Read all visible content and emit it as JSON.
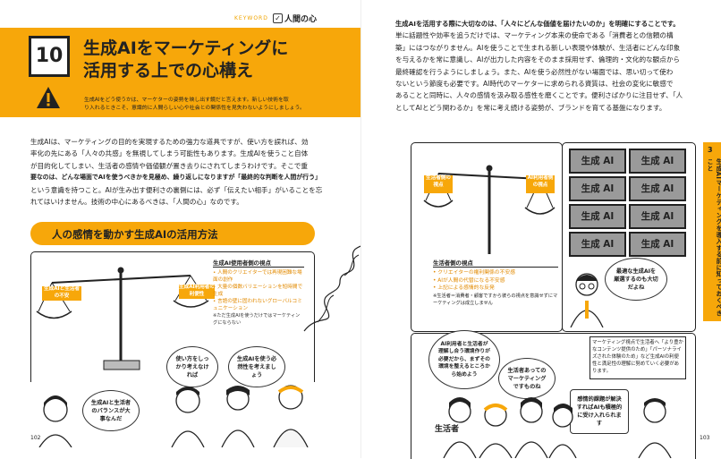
{
  "left": {
    "keyword_en": "KEYWORD",
    "keyword_check": "✓",
    "keyword_label": "人間の心",
    "number": "10",
    "title_line1": "生成AIをマーケティングに",
    "title_line2": "活用する上での心構え",
    "warning_text_line1": "生成AIをどう使うかは、マーケターの姿勢を映し出す鏡だと言えます。新しい技術を取",
    "warning_text_line2": "り入れるときこそ、意識的に人間らしい心や社会との関係性を見失わないようにしましょう。",
    "body": [
      {
        "text": "生成AIは、マーケティングの目的を実現するための強力な道具ですが、使い方を誤れば、効",
        "bold": false
      },
      {
        "text": "率化の先にある「人々の共感」を無視してしまう可能性もあります。生成AIを使うこと自体",
        "bold": false
      },
      {
        "text": "が目的化してしまい、生活者の感情や価値観が置き去りにされてしまうわけです。そこで重",
        "bold": false
      },
      {
        "text": "要なのは、どんな場面でAIを使うべきかを見極め、繰り返しになりますが「最終的な判断を人間が行う」",
        "bold": true
      },
      {
        "text": "という意識を持つこと。AIが生み出す便利さの裏側には、必ず「伝えたい相手」がいることを忘",
        "bold": false
      },
      {
        "text": "れてはいけません。技術の中心にあるべきは、「人間の心」なのです。",
        "bold": false
      }
    ],
    "section_heading": "人の感情を動かす生成AIの活用方法",
    "scale_left_plate": "生成AIと生活者の不安",
    "scale_right_plate": "生成AI利用者の利便性",
    "user_view_title": "生成AI使用者側の視点",
    "user_view_items": [
      "人間のクリエイターでは再現困難な場面の創作",
      "大量の個数バリエーションを短時間で生成",
      "言語の壁に固われないグローバルコミュニケーション"
    ],
    "user_view_note": "※ただ生成AIを使うだけではマーケティングにならない",
    "bubble_a": "使い方をしっかり考えなければ",
    "bubble_b": "生成AIを使う必然性を考えましょう",
    "bubble_c": "生成AIと生活者のバランスが大事なんだ",
    "page_number": "102"
  },
  "right": {
    "body": [
      {
        "text": "生成AIを活用する際に大切なのは、「人々にどんな価値を届けたいのか」を明確にすることです。",
        "bold": true
      },
      {
        "text": "単に話題性や効率を追うだけでは、マーケティング本来の使命である「消費者との信頼の構",
        "bold": false
      },
      {
        "text": "築」にはつながりません。AIを使うことで生まれる新しい表現や体験が、生活者にどんな印象",
        "bold": false
      },
      {
        "text": "を与えるかを常に意識し、AIが出力した内容をそのまま採用せず、倫理的・文化的な観点から",
        "bold": false
      },
      {
        "text": "最終確認を行うようにしましょう。また、AIを使う必然性がない場面では、思い切って使わ",
        "bold": false
      },
      {
        "text": "ないという節度も必要です。AI時代のマーケターに求められる資質は、社会の変化に敏感で",
        "bold": false
      },
      {
        "text": "あることと同時に、人々の感情を汲み取る感性を磨くことです。便利さばかりに注目せず、「人",
        "bold": false
      },
      {
        "text": "としてAIとどう関わるか」を常に考え続ける姿勢が、ブランドを育てる基盤になります。",
        "bold": false
      }
    ],
    "scale_left_plate": "生活者側の視点",
    "scale_right_plate": "AI利用者側の視点",
    "consumer_view_title": "生活者側の視点",
    "consumer_view_items": [
      "クリエイターの権利関係の不安感",
      "AIが人間の代替になる不安感",
      "上記による感情的な反発"
    ],
    "consumer_view_note": "※生活者＝消費者・顧客ですから彼らの視点を意識せずにマーケティングは成立しません",
    "genai_box": "生成 AI",
    "bubble_optimal": "最適な生成AIを厳選するのも大切だよね",
    "bubble_env": "AI利用者と生活者が理解し合う環境作りが必要だから、まずその環境を整えるところから始めよう",
    "bubble_people": "生活者あってのマーケティングですものね",
    "marketing_note": "マーケティング視点で生活者へ「より豊かなコンテンツ提供のため」「パーソナライズされた体験のため」など生成AIの利便性と満足性の理解に努めていく必要があります。",
    "bubble_emotion": "感情的課題が解決すればAIも積極的に受け入れられます",
    "consumer_label": "生活者",
    "side_tab_number": "3",
    "side_tab_text": "生成AIマーケティングを導入する前に知っておくべきこと",
    "page_number": "103"
  }
}
